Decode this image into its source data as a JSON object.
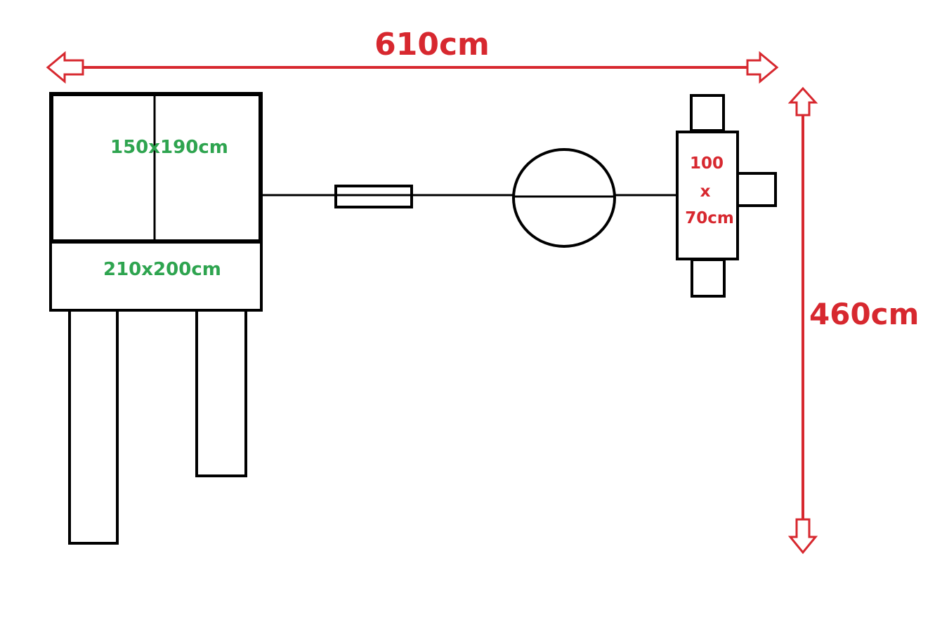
{
  "dimensions": {
    "width_label": "610cm",
    "height_label": "460cm"
  },
  "labels": {
    "bed_upper": "150x190cm",
    "bed_lower": "210x200cm",
    "table_line1": "100",
    "table_line2": "x",
    "table_line3": "70cm"
  },
  "colors": {
    "dimension": "#d7282f",
    "furniture_label": "#2ea44f",
    "outline": "#000000"
  }
}
